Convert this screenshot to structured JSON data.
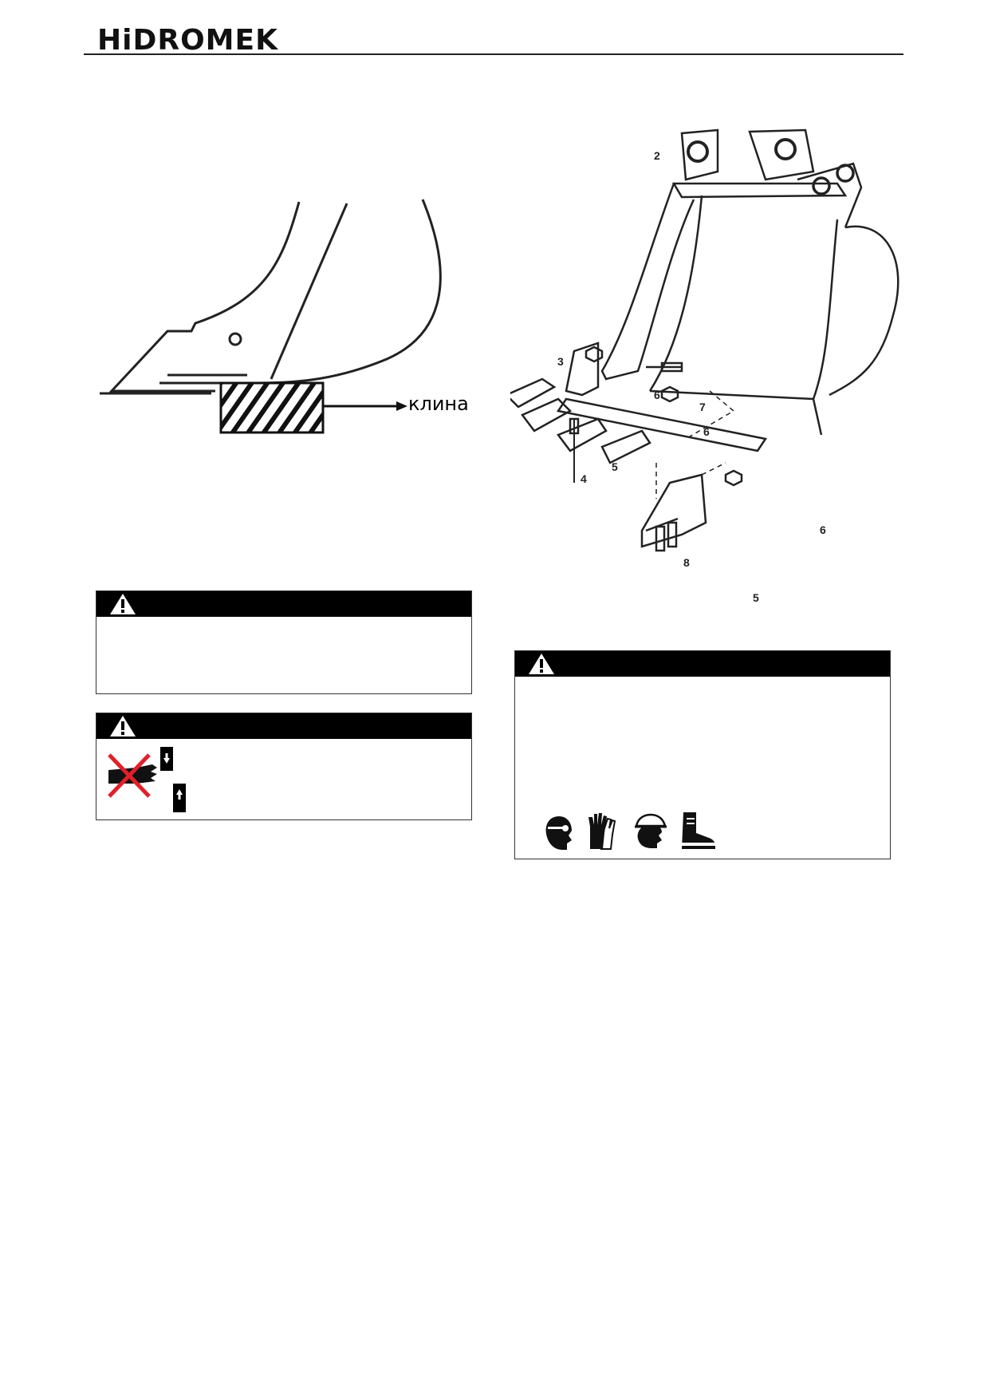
{
  "header": {
    "logo_text": "HiDROMEK"
  },
  "wedge_figure": {
    "label": "клина"
  },
  "bucket_figure": {
    "callouts": [
      "2",
      "3",
      "6",
      "7",
      "6",
      "4",
      "5",
      "6",
      "8",
      "5"
    ]
  },
  "warnings": [
    {
      "icon": "warning-triangle-icon",
      "body": ""
    },
    {
      "icon": "warning-triangle-icon",
      "pictograms": [
        "no-hands-crush-icon",
        "arrow-down-icon",
        "arrow-up-icon"
      ]
    },
    {
      "icon": "warning-triangle-icon",
      "pictograms": [
        "eye-protection-icon",
        "gloves-icon",
        "hard-hat-icon",
        "safety-boot-icon"
      ]
    }
  ]
}
